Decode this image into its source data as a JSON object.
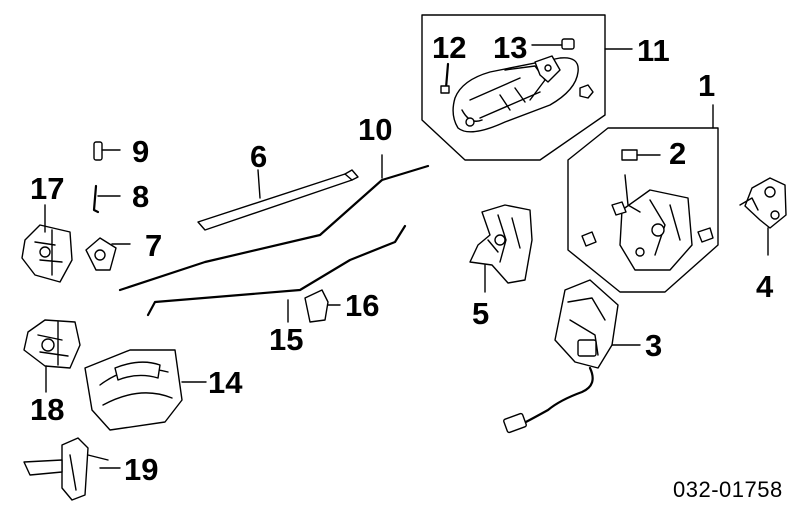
{
  "diagram": {
    "catalog_code": "032-01758",
    "callouts": {
      "c1": "1",
      "c2": "2",
      "c3": "3",
      "c4": "4",
      "c5": "5",
      "c6": "6",
      "c7": "7",
      "c8": "8",
      "c9": "9",
      "c10": "10",
      "c11": "11",
      "c12": "12",
      "c13": "13",
      "c14": "14",
      "c15": "15",
      "c16": "16",
      "c17": "17",
      "c18": "18",
      "c19": "19"
    }
  }
}
